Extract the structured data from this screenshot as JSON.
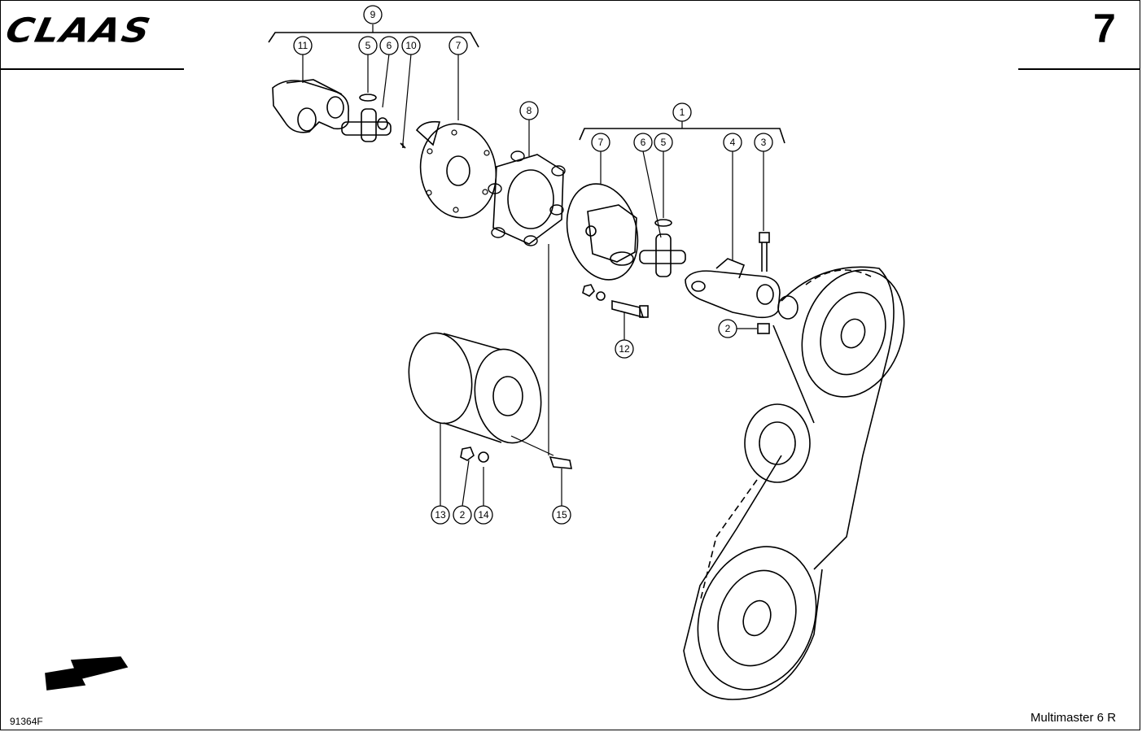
{
  "header": {
    "brand": "CLAAS",
    "page_number": "7"
  },
  "callouts": [
    {
      "id": "c9",
      "label": "9"
    },
    {
      "id": "c11",
      "label": "11"
    },
    {
      "id": "c5a",
      "label": "5"
    },
    {
      "id": "c6a",
      "label": "6"
    },
    {
      "id": "c10",
      "label": "10"
    },
    {
      "id": "c7a",
      "label": "7"
    },
    {
      "id": "c8",
      "label": "8"
    },
    {
      "id": "c1",
      "label": "1"
    },
    {
      "id": "c7b",
      "label": "7"
    },
    {
      "id": "c6b",
      "label": "6"
    },
    {
      "id": "c5b",
      "label": "5"
    },
    {
      "id": "c4",
      "label": "4"
    },
    {
      "id": "c3",
      "label": "3"
    },
    {
      "id": "c2a",
      "label": "2"
    },
    {
      "id": "c12",
      "label": "12"
    },
    {
      "id": "c13",
      "label": "13"
    },
    {
      "id": "c2b",
      "label": "2"
    },
    {
      "id": "c14",
      "label": "14"
    },
    {
      "id": "c15",
      "label": "15"
    }
  ],
  "footer": {
    "drawing_number": "91364F",
    "model": "Multimaster 6 R"
  }
}
